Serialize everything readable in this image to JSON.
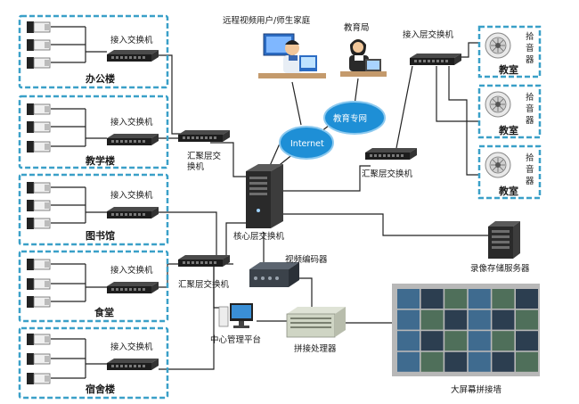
{
  "zones": [
    {
      "name": "办公楼",
      "switch_label": "接入交换机"
    },
    {
      "name": "教学楼",
      "switch_label": "接入交换机"
    },
    {
      "name": "图书馆",
      "switch_label": "接入交换机"
    },
    {
      "name": "食堂",
      "switch_label": "接入交换机"
    },
    {
      "name": "宿舍楼",
      "switch_label": "接入交换机"
    }
  ],
  "agg_switch_top": "汇聚层交换机",
  "agg_switch_bottom": "汇聚层交换机",
  "agg_switch_right": "汇聚层交换机",
  "core_switch": "核心层交换机",
  "remote_user": "远程视频用户/师生家庭",
  "edu_bureau": "教育局",
  "internet": "Internet",
  "edu_network": "教育专网",
  "access_switch_right": "接入层交换机",
  "classrooms": [
    {
      "name": "教室",
      "device": "拾音器"
    },
    {
      "name": "教室",
      "device": "拾音器"
    },
    {
      "name": "教室",
      "device": "拾音器"
    }
  ],
  "video_encoder": "视频编码器",
  "storage_server": "录像存储服务器",
  "management_platform": "中心管理平台",
  "splice_processor": "拼接处理器",
  "video_wall": "大屏幕拼接墙",
  "colors": {
    "zone_border": "#3aa0c8",
    "cloud": "#1e8fd6",
    "line": "#222222"
  },
  "icons": [
    "camera-icon",
    "switch-icon",
    "server-icon",
    "computer-icon",
    "microphone-icon",
    "cloud-icon",
    "person-icon"
  ]
}
